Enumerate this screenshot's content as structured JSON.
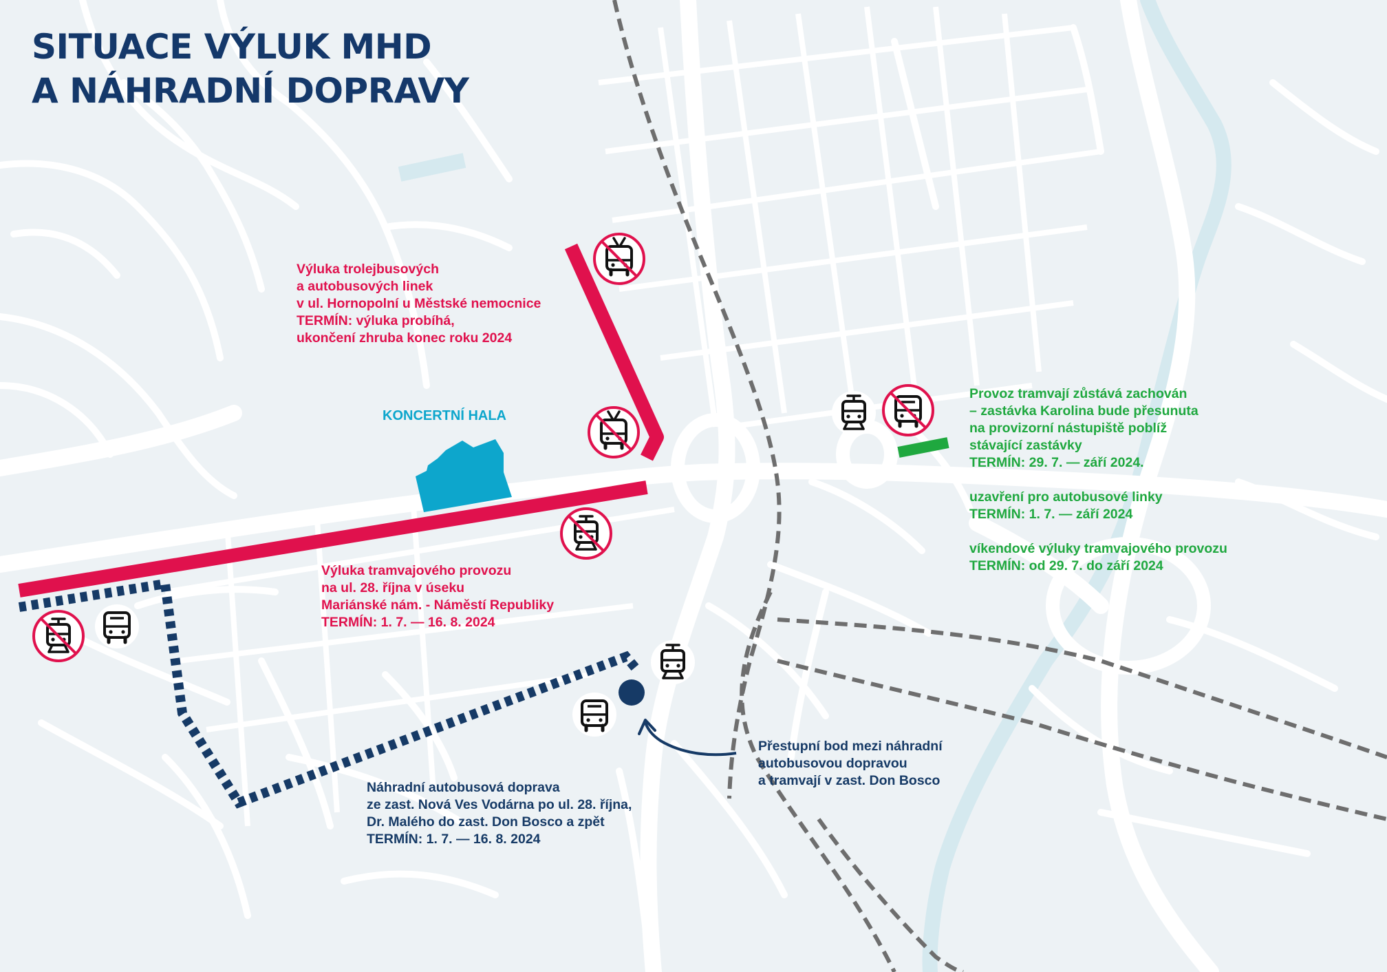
{
  "title": {
    "line1": "SITUACE VÝLUK MHD",
    "line2": "A NÁHRADNÍ DOPRAVY"
  },
  "labels": {
    "concert_hall": "KONCERTNÍ HALA"
  },
  "notes": {
    "trolleybus_closure": {
      "lines": [
        "Výluka trolejbusových",
        "a autobusových linek",
        "v ul. Hornopolní u Městské nemocnice",
        "TERMÍN: výluka probíhá,",
        "ukončení zhruba konec roku 2024"
      ]
    },
    "tram_closure": {
      "lines": [
        "Výluka tramvajového provozu",
        "na ul. 28. října v úseku",
        "Mariánské nám. - Náměstí Republiky",
        "TERMÍN: 1. 7. — 16. 8. 2024"
      ]
    },
    "replacement_bus": {
      "lines": [
        "Náhradní autobusová doprava",
        "ze zast. Nová Ves Vodárna po ul. 28. října,",
        "Dr. Malého do zast. Don Bosco a zpět",
        "TERMÍN: 1. 7. — 16. 8. 2024"
      ]
    },
    "transfer_point": {
      "lines": [
        "Přestupní bod mezi náhradní",
        "autobusovou dopravou",
        "a tramvají v zast. Don Bosco"
      ]
    },
    "karolina": {
      "lines": [
        "Provoz tramvají zůstává zachován",
        "– zastávka Karolina bude přesunuta",
        "na provizorní nástupiště poblíž",
        "stávající zastávky",
        "TERMÍN: 29. 7. — září 2024.",
        "",
        "uzavření pro autobusové linky",
        "TERMÍN: 1. 7. — září 2024",
        "",
        "víkendové výluky tramvajového provozu",
        "TERMÍN: od 29. 7. do září 2024"
      ]
    }
  },
  "colors": {
    "closure": "#e0114d",
    "replacement": "#163a66",
    "tram_open": "#1fa83f",
    "concert_hall": "#0da6cc",
    "background": "#edf2f5",
    "street": "#ffffff"
  },
  "icons": [
    "no-trolleybus-icon-north",
    "no-trolleybus-icon-mid",
    "no-tram-icon-center",
    "no-tram-icon-west",
    "bus-icon-west",
    "tram-icon-don-bosco",
    "bus-icon-don-bosco",
    "tram-icon-karolina",
    "no-bus-icon-karolina",
    "transfer-point-marker",
    "transfer-arrow-icon"
  ]
}
